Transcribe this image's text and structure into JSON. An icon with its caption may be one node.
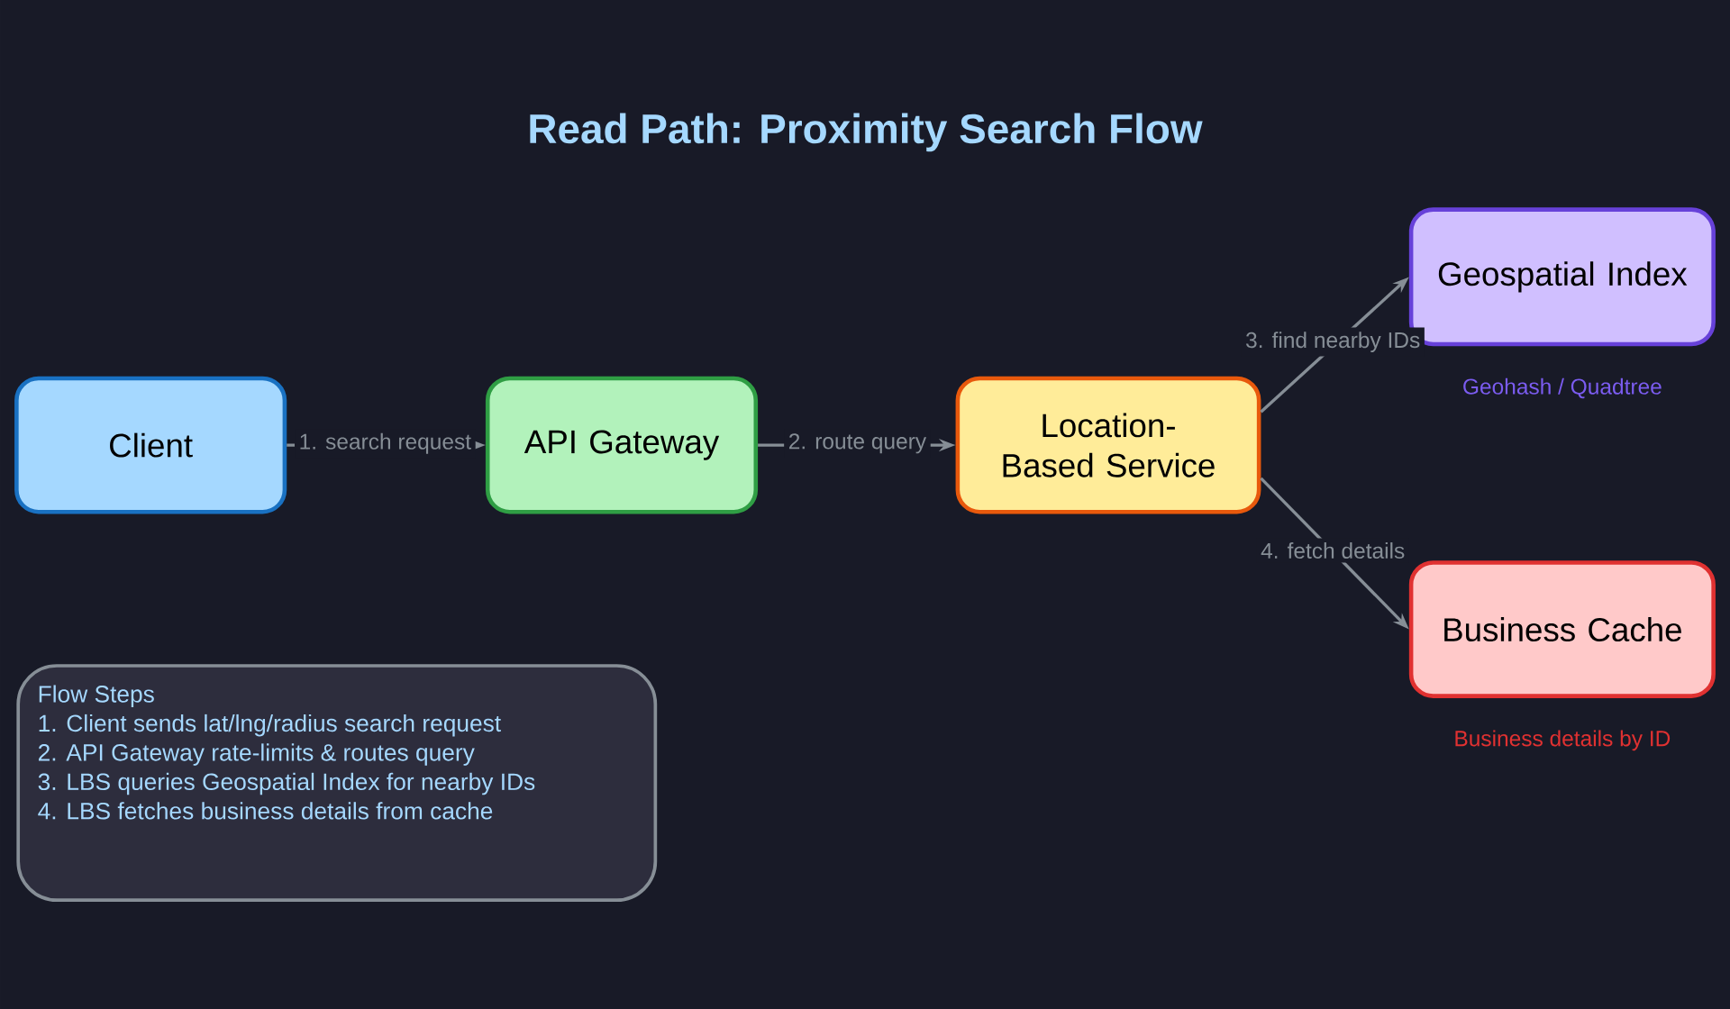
{
  "diagram": {
    "title": "Read Path: Proximity Search Flow",
    "nodes": [
      {
        "text": [
          "Client"
        ]
      },
      {
        "text": [
          "API Gateway"
        ]
      },
      {
        "text": [
          "Location-Based Service"
        ]
      },
      {
        "text": [
          "Geospatial Index"
        ],
        "beside": [
          "Geohash / Quadtree"
        ]
      },
      {
        "text": [
          "Business Cache"
        ],
        "beside": [
          "Business details by ID"
        ]
      },
      {
        "text": [
          "Flow Steps",
          "1. Client sends lat/lng/radius search request",
          "2. API Gateway rate-limits & routes query",
          "3. LBS queries Geospatial Index for nearby IDs",
          "4. LBS fetches business details from cache"
        ]
      }
    ],
    "edges": [
      {
        "from": 0,
        "to": 1,
        "arrow": "to",
        "label": "1. search request"
      },
      {
        "from": 1,
        "to": 2,
        "arrow": "to",
        "label": "2. route query"
      },
      {
        "from": 2,
        "to": 3,
        "arrow": "to",
        "label": "3. find nearby IDs"
      },
      {
        "from": 2,
        "to": 4,
        "arrow": "to",
        "label": "4. fetch details"
      }
    ]
  }
}
